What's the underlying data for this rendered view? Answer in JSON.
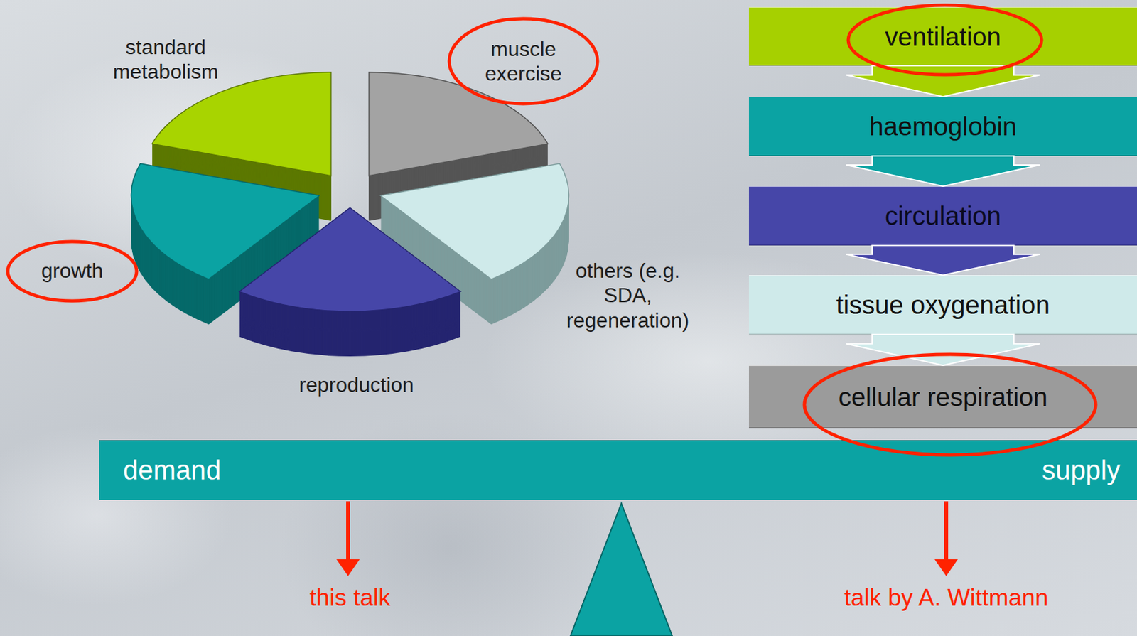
{
  "diagram": {
    "nodes": [
      {
        "text": [
          "ventilation"
        ]
      },
      {
        "text": [
          "haemoglobin"
        ]
      },
      {
        "text": [
          "circulation"
        ]
      },
      {
        "text": [
          "tissue oxygenation"
        ]
      },
      {
        "text": [
          "cellular respiration"
        ]
      },
      {
        "text": [
          "demand",
          "supply"
        ]
      }
    ],
    "edges": [
      {
        "from": 0,
        "to": 1,
        "arrow": "to"
      },
      {
        "from": 1,
        "to": 2,
        "arrow": "to"
      },
      {
        "from": 2,
        "to": 3,
        "arrow": "to"
      },
      {
        "from": 3,
        "to": 4,
        "arrow": "to"
      }
    ],
    "labels": [
      "standard metabolism",
      "muscle exercise",
      "growth",
      "others (e.g. SDA, regeneration)",
      "reproduction",
      "this talk",
      "talk by A. Wittmann"
    ]
  }
}
